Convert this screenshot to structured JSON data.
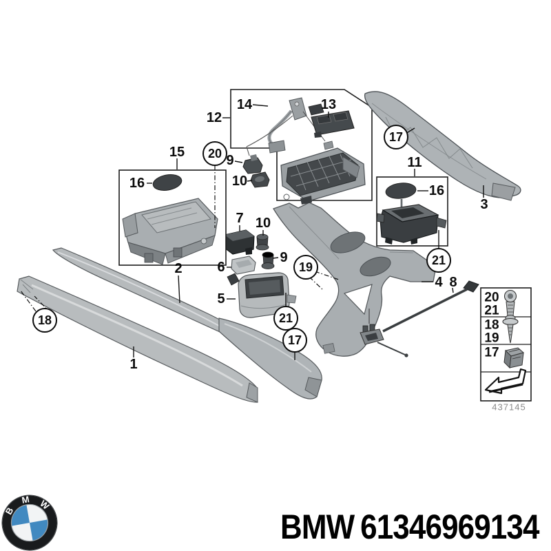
{
  "diagram": {
    "callouts": {
      "p1": "1",
      "p2": "2",
      "p3": "3",
      "p4": "4",
      "p5": "5",
      "p6": "6",
      "p7": "7",
      "p8": "8",
      "p9_upper": "9",
      "p9_lower": "9",
      "p10_upper": "10",
      "p10_lower": "10",
      "p11": "11",
      "p12": "12",
      "p13": "13",
      "p14": "14",
      "p15": "15",
      "p16_left": "16",
      "p16_right": "16",
      "c17_lid": "17",
      "c17_trim": "17",
      "c18": "18",
      "c19": "19",
      "c20": "20",
      "c21_cupholder": "21",
      "c21_insert": "21"
    },
    "legend": {
      "row1_a": "20",
      "row1_b": "21",
      "row2_a": "18",
      "row2_b": "19",
      "row3": "17",
      "icons": [
        "torx-screw",
        "countersunk-screw",
        "spring-clip",
        "direction-arrow"
      ],
      "diagram_number": "437145"
    }
  },
  "footer": {
    "brand": "BMW",
    "part_number": "61346969134",
    "logo": "bmw-roundel"
  }
}
